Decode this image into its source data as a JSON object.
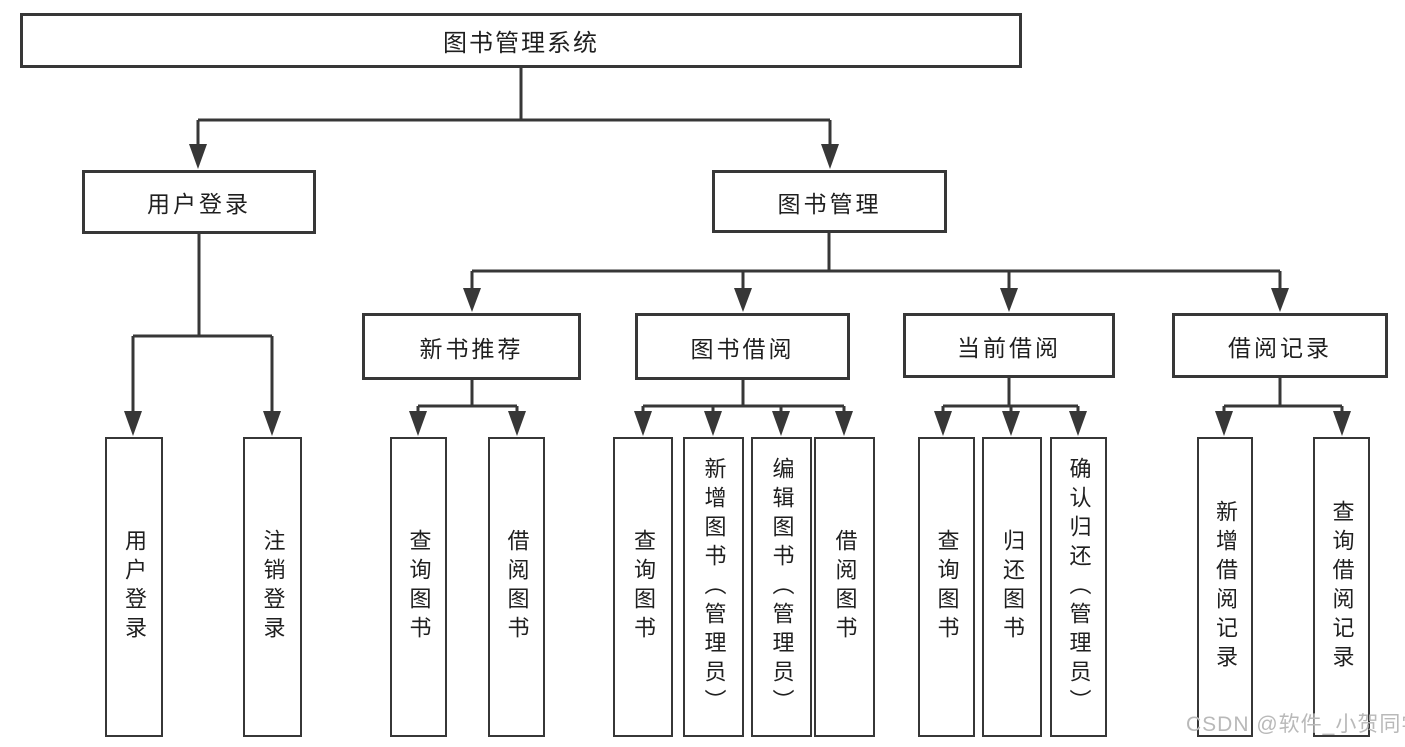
{
  "title": "图书管理系统",
  "watermark": "CSDN @软件_小贺同学",
  "colors": {
    "line": "#373737",
    "text": "#1f1f1f",
    "watermark": "#b9b9b9",
    "box_fill": "#ffffff"
  },
  "tree": {
    "root": {
      "label": "图书管理系统"
    },
    "children": [
      {
        "label": "用户登录",
        "children": [
          {
            "label": "用户登录"
          },
          {
            "label": "注销登录"
          }
        ]
      },
      {
        "label": "图书管理",
        "children": [
          {
            "label": "新书推荐",
            "children": [
              {
                "label": "查询图书"
              },
              {
                "label": "借阅图书"
              }
            ]
          },
          {
            "label": "图书借阅",
            "children": [
              {
                "label": "查询图书"
              },
              {
                "label": "新增图书（管理员）"
              },
              {
                "label": "编辑图书（管理员）"
              },
              {
                "label": "借阅图书"
              }
            ]
          },
          {
            "label": "当前借阅",
            "children": [
              {
                "label": "查询图书"
              },
              {
                "label": "归还图书"
              },
              {
                "label": "确认归还（管理员）"
              }
            ]
          },
          {
            "label": "借阅记录",
            "children": [
              {
                "label": "新增借阅记录"
              },
              {
                "label": "查询借阅记录"
              }
            ]
          }
        ]
      }
    ]
  }
}
